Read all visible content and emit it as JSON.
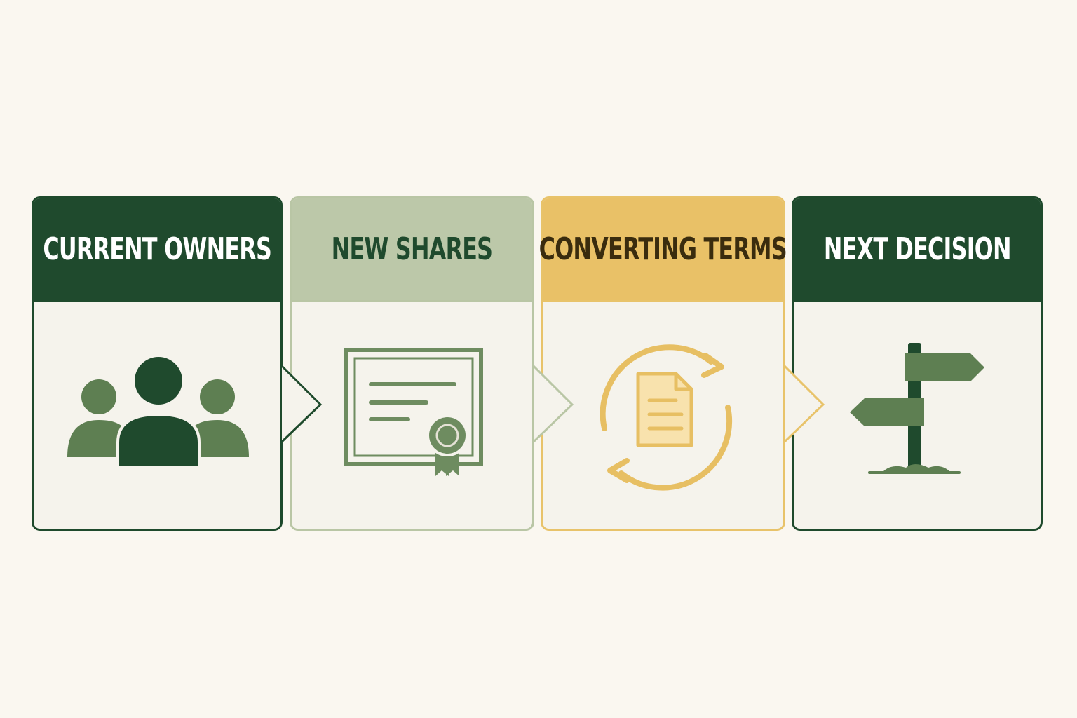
{
  "steps": [
    {
      "title": "CURRENT OWNERS",
      "icon": "group-of-people-icon",
      "color": "#1f4a2d"
    },
    {
      "title": "NEW SHARES",
      "icon": "share-certificate-icon",
      "color": "#bcc8a9"
    },
    {
      "title": "CONVERTING TERMS",
      "icon": "document-conversion-cycle-icon",
      "color": "#e9c167"
    },
    {
      "title": "NEXT DECISION",
      "icon": "signpost-icon",
      "color": "#1f4a2d"
    }
  ],
  "colors": {
    "background": "#faf7f0",
    "dark_green": "#1f4a2d",
    "mid_green": "#5e7f52",
    "sage": "#bcc8a9",
    "gold": "#e9c167"
  }
}
